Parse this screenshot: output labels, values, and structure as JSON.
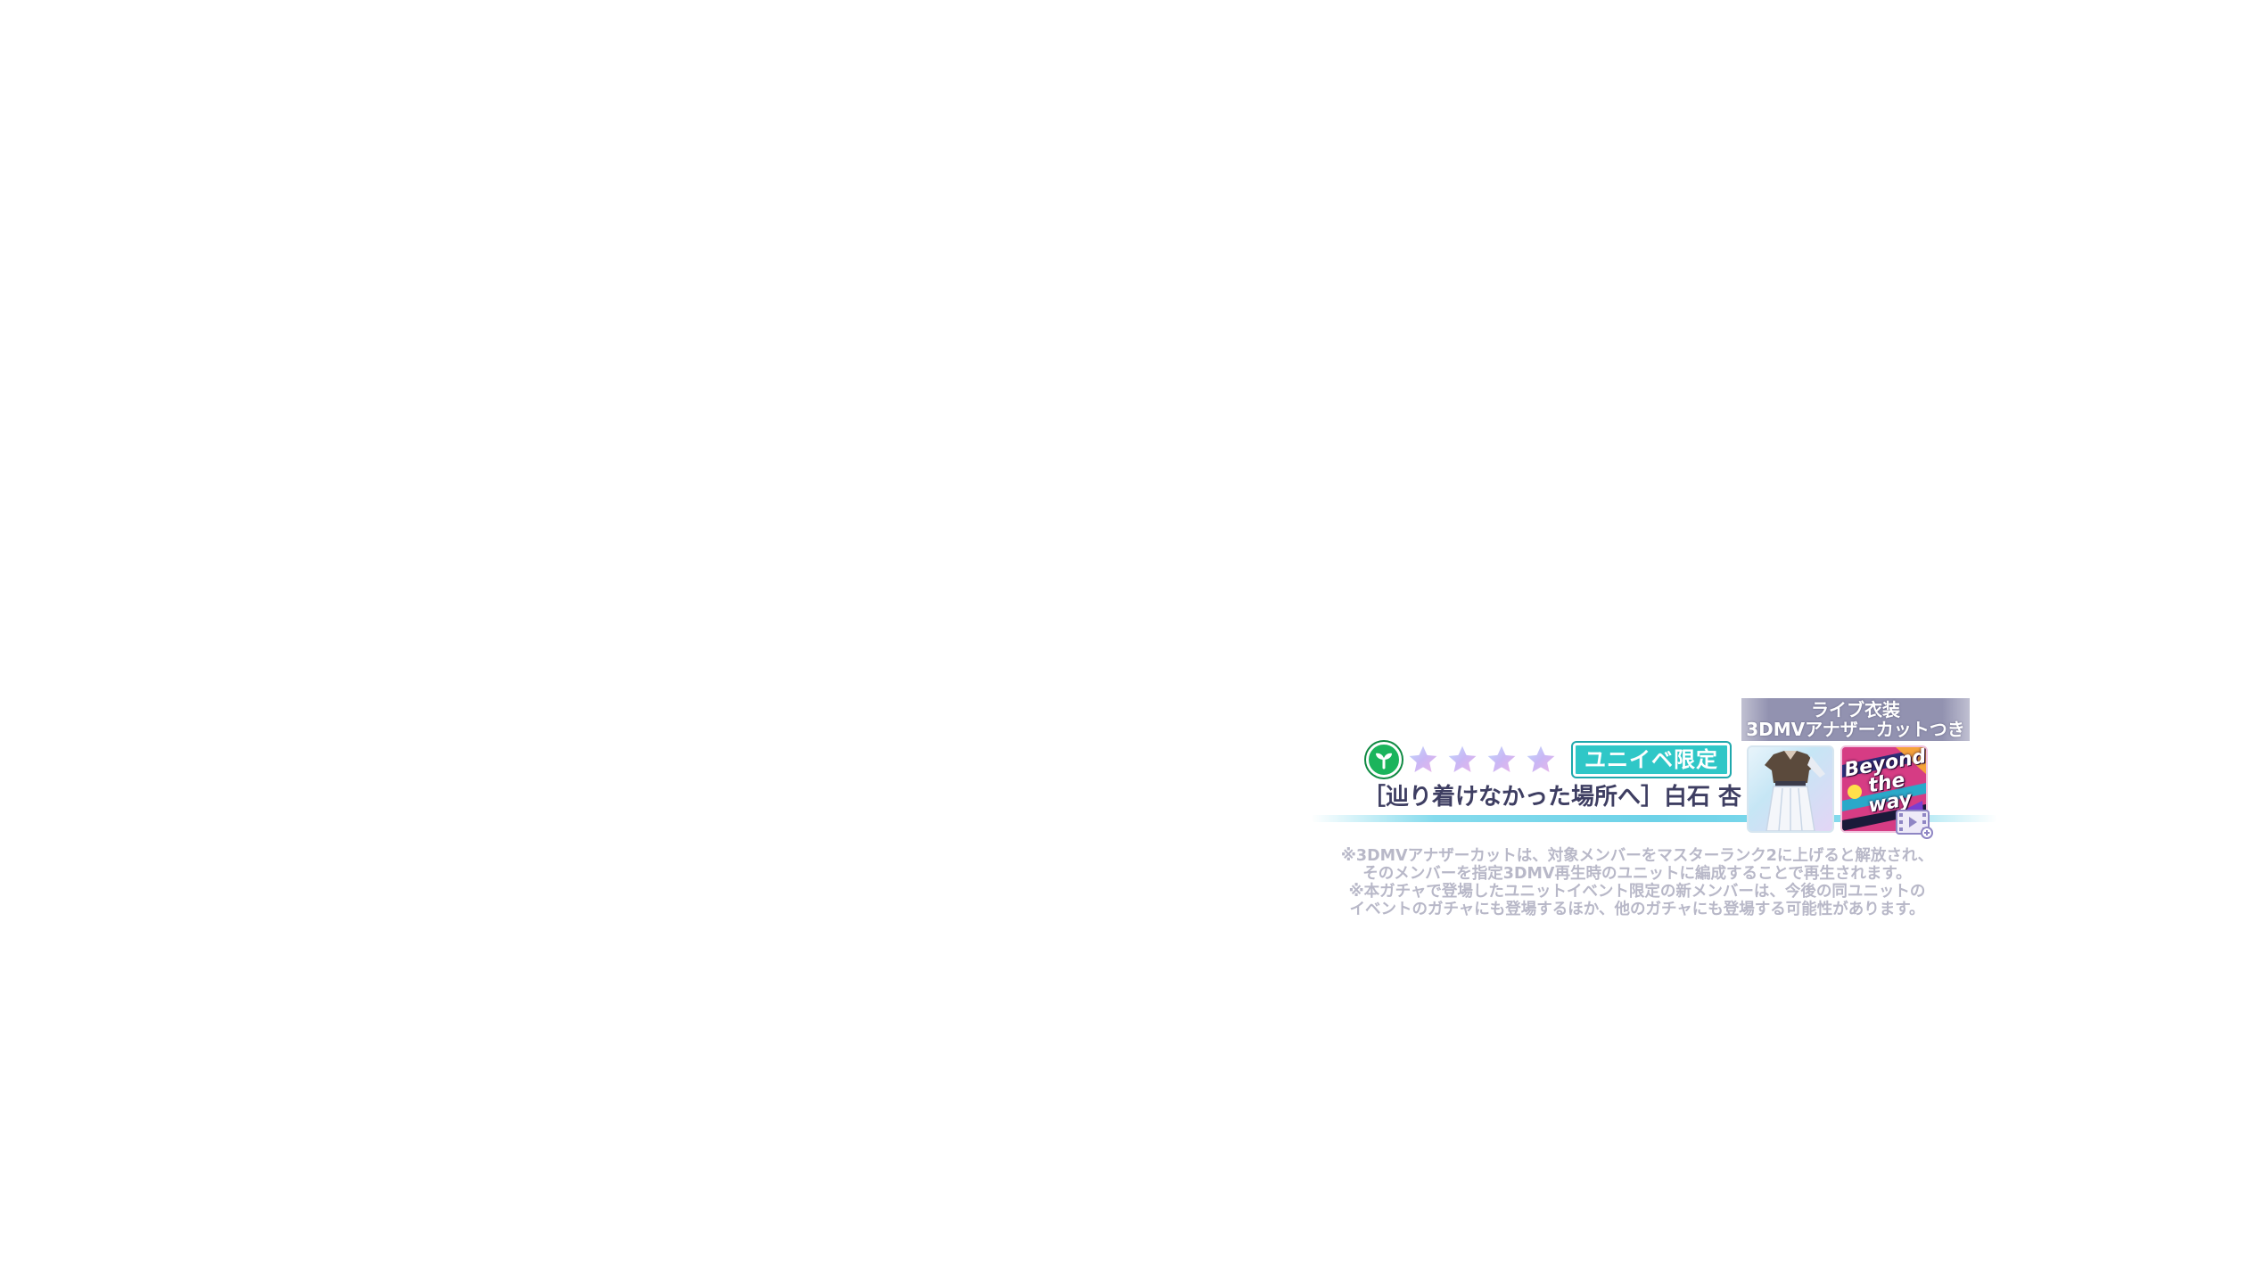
{
  "reward": {
    "banner_line1": "ライブ衣装",
    "banner_line2": "3DMVアナザーカットつき",
    "mv_title": "Beyond\nthe\nway"
  },
  "card": {
    "attribute_icon": "sprout-icon",
    "attribute_color": "#1bb45c",
    "rarity_stars": 4,
    "star_color": "#a6c8f5",
    "tag_label": "ユニイベ限定",
    "tag_color": "#2fc7c7",
    "title": "［辿り着けなかった場所へ］白石 杏"
  },
  "notes": [
    "※3DMVアナザーカットは、対象メンバーをマスターランク2に上げると解放され、",
    "そのメンバーを指定3DMV再生時のユニットに編成することで再生されます。",
    "※本ガチャで登場したユニットイベント限定の新メンバーは、今後の同ユニットの",
    "イベントのガチャにも登場するほか、他のガチャにも登場する可能性があります。"
  ]
}
